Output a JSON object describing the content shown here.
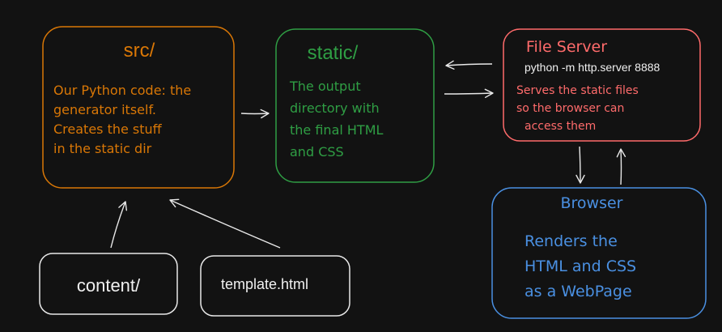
{
  "colors": {
    "background": "#121212",
    "src": "#d97706",
    "static": "#2f9e44",
    "server": "#ff6b6b",
    "browser": "#4a90e2",
    "neutral": "#e8e8e8"
  },
  "nodes": {
    "src": {
      "title": "src/",
      "lines": [
        "Our Python code: the",
        "generator itself.",
        "Creates the stuff",
        "in the static dir"
      ]
    },
    "static": {
      "title": "static/",
      "lines": [
        "The output",
        "directory with",
        "the final HTML",
        "and CSS"
      ]
    },
    "file_server": {
      "title": "File Server",
      "command": "python -m http.server 8888",
      "lines": [
        "Serves the static files",
        "so the browser can",
        "access them"
      ]
    },
    "browser": {
      "title": "Browser",
      "lines": [
        "Renders the",
        "HTML and CSS",
        "as a WebPage"
      ]
    },
    "content": {
      "title": "content/"
    },
    "template": {
      "title": "template.html"
    }
  }
}
